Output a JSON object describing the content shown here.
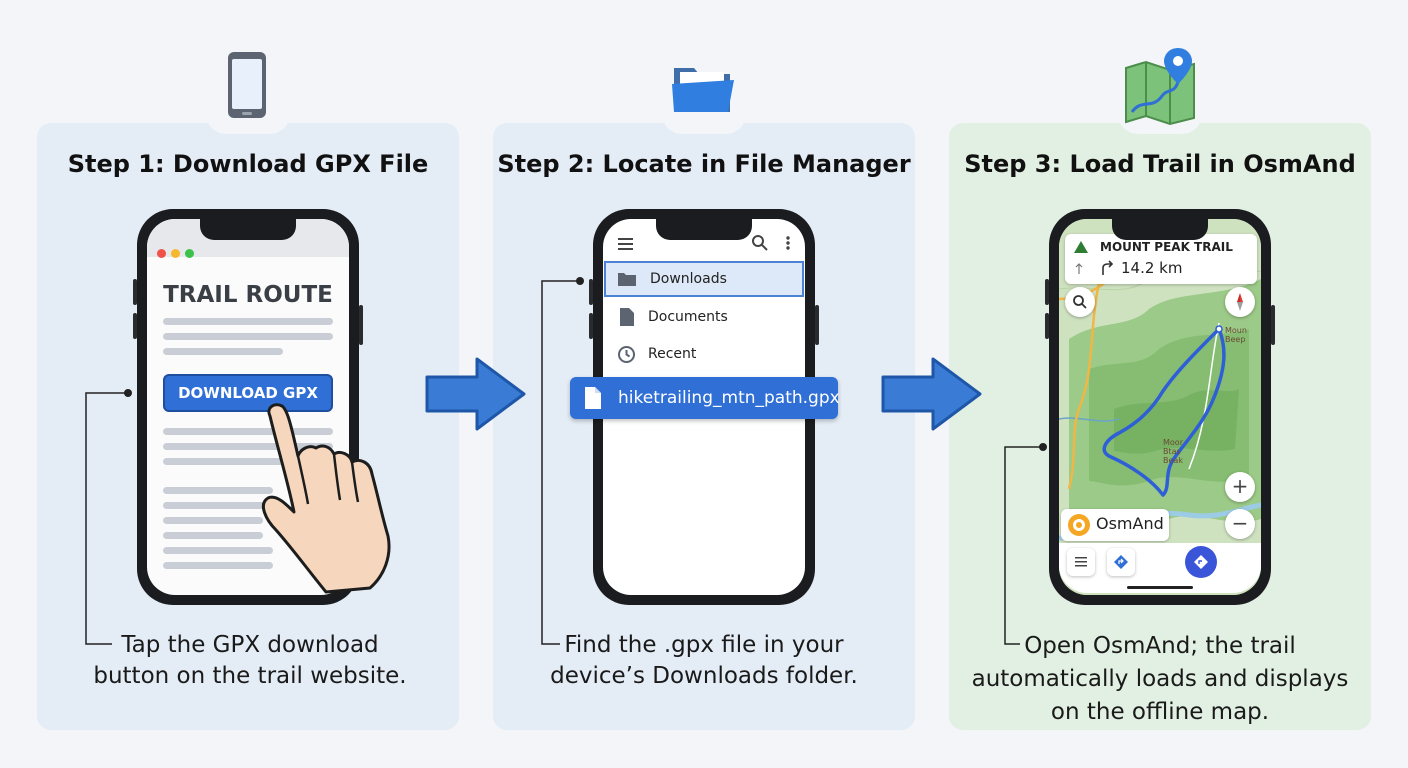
{
  "steps": [
    {
      "title": "Step 1: Download GPX File",
      "caption_lines": [
        "Tap the GPX download",
        "button on the trail website."
      ],
      "icon": "smartphone-icon",
      "web": {
        "heading": "TRAIL ROUTE",
        "button_label": "DOWNLOAD GPX"
      }
    },
    {
      "title": "Step 2: Locate in File Manager",
      "caption_lines": [
        "Find the .gpx file in your",
        "device’s Downloads folder."
      ],
      "icon": "folder-icon",
      "files": {
        "rows": [
          "Downloads",
          "Documents",
          "Recent"
        ],
        "selected": "Downloads",
        "file_name": "hiketrailing_mtn_path.gpx"
      }
    },
    {
      "title": "Step 3: Load Trail in OsmAnd",
      "caption_lines": [
        "Open OsmAnd; the trail",
        "automatically loads and displays",
        "on the offline map."
      ],
      "icon": "map-pin-icon",
      "map": {
        "trail_name": "MOUNT PEAK TRAIL",
        "distance": "14.2 km",
        "app_name": "OsmAnd",
        "map_label_1": [
          "Moun",
          "Beep"
        ],
        "map_label_2": [
          "Moor",
          "Btas",
          "Beak"
        ]
      }
    }
  ],
  "colors": {
    "panel_blue": "#e4ecf6",
    "panel_green": "#e2f0e3",
    "accent_blue": "#2f6fd6",
    "arrow_blue": "#3a7bd5"
  }
}
